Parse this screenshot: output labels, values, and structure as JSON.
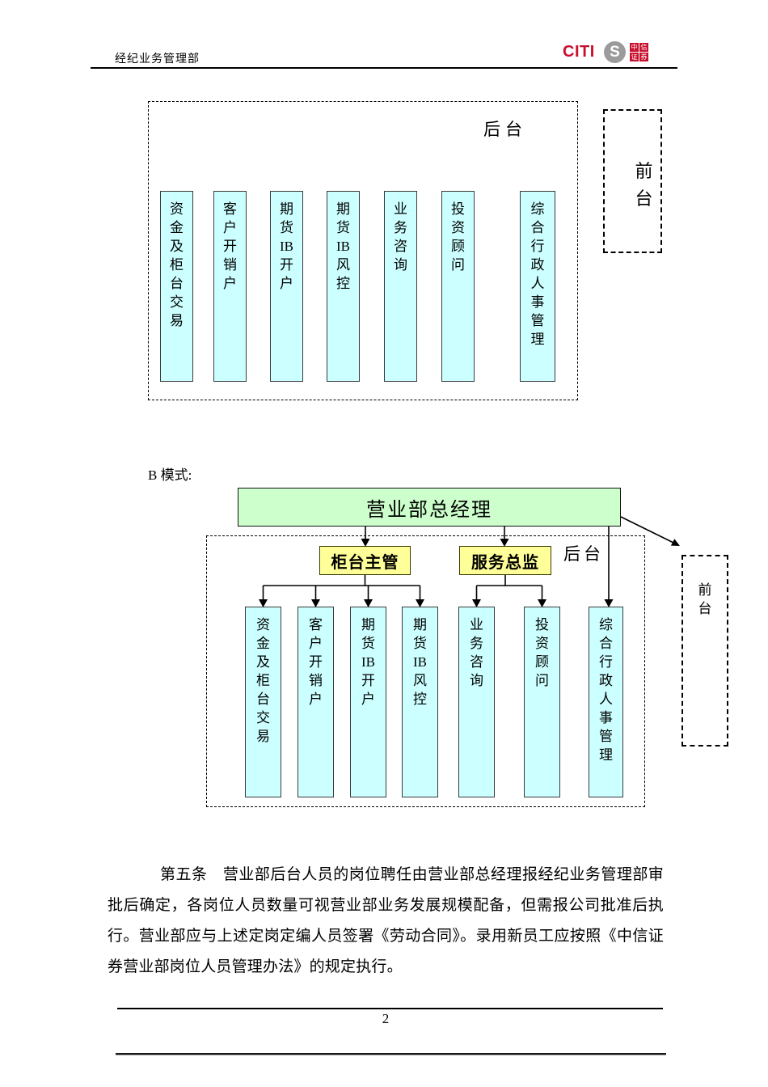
{
  "header": {
    "department": "经纪业务管理部",
    "logo": {
      "wordmark": "CITI",
      "monogram_letter": "S",
      "seal_chars": [
        "中",
        "信",
        "证",
        "券"
      ]
    }
  },
  "diagram_a": {
    "backstage_label": "后台",
    "frontstage_label": "前台",
    "columns": [
      "资金及柜台交易",
      "客户开销户",
      "期货IB开户",
      "期货IB风控",
      "业务咨询",
      "投资顾问",
      "综合行政人事管理"
    ]
  },
  "mode_b_heading": "B 模式:",
  "diagram_b": {
    "general_manager": "营业部总经理",
    "counter_supervisor": "柜台主管",
    "service_director": "服务总监",
    "backstage_label": "后台",
    "frontstage_label": "前台",
    "columns": [
      "资金及柜台交易",
      "客户开销户",
      "期货IB开户",
      "期货IB风控",
      "业务咨询",
      "投资顾问",
      "综合行政人事管理"
    ]
  },
  "body_paragraph": "第五条　营业部后台人员的岗位聘任由营业部总经理报经纪业务管理部审批后确定，各岗位人员数量可视营业部业务发展规模配备，但需报公司批准后执行。营业部应与上述定岗定编人员签署《劳动合同》。录用新员工应按照《中信证券营业部岗位人员管理办法》的规定执行。",
  "footer": {
    "page_number": "2"
  },
  "colors": {
    "column_fill": "#CCFFFF",
    "gm_fill": "#CCFFCC",
    "manager_fill": "#FFFF99",
    "logo_red": "#C8102E",
    "logo_gray": "#9B9B9B"
  }
}
